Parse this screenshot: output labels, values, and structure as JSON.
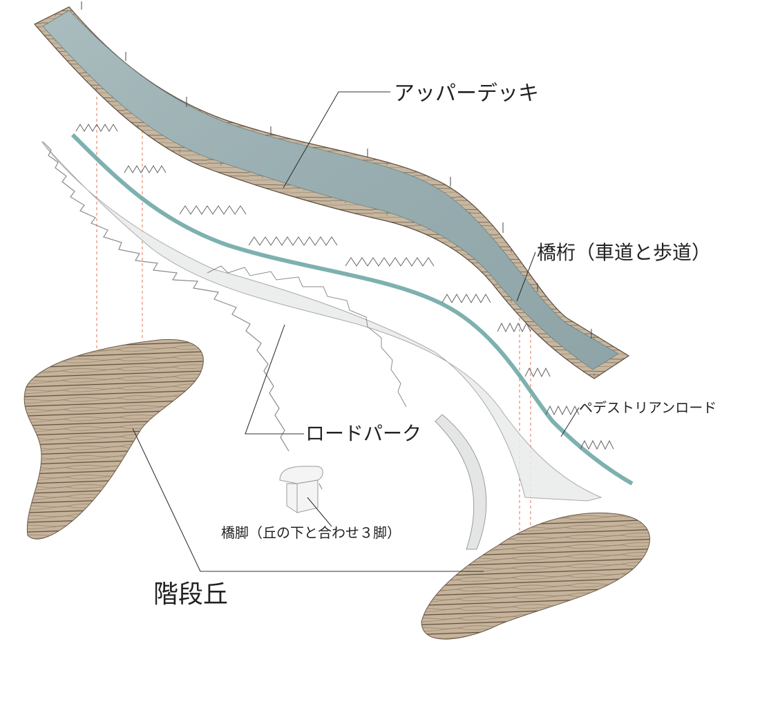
{
  "labels": {
    "upper_deck": "アッパーデッキ",
    "bridge_girder": "橋桁（車道と歩道）",
    "pedestrian_road": "ペデストリアンロード",
    "road_park": "ロードパーク",
    "bridge_pier": "橋脚（丘の下と合わせ３脚）",
    "stair_hill": "階段丘"
  },
  "colors": {
    "wood": "#b9a58c",
    "wood_dark": "#7f6a55",
    "concrete": "#9fb2b4",
    "glass": "#7fb3b0",
    "leader": "#333333",
    "guide": "#e88a6a"
  }
}
